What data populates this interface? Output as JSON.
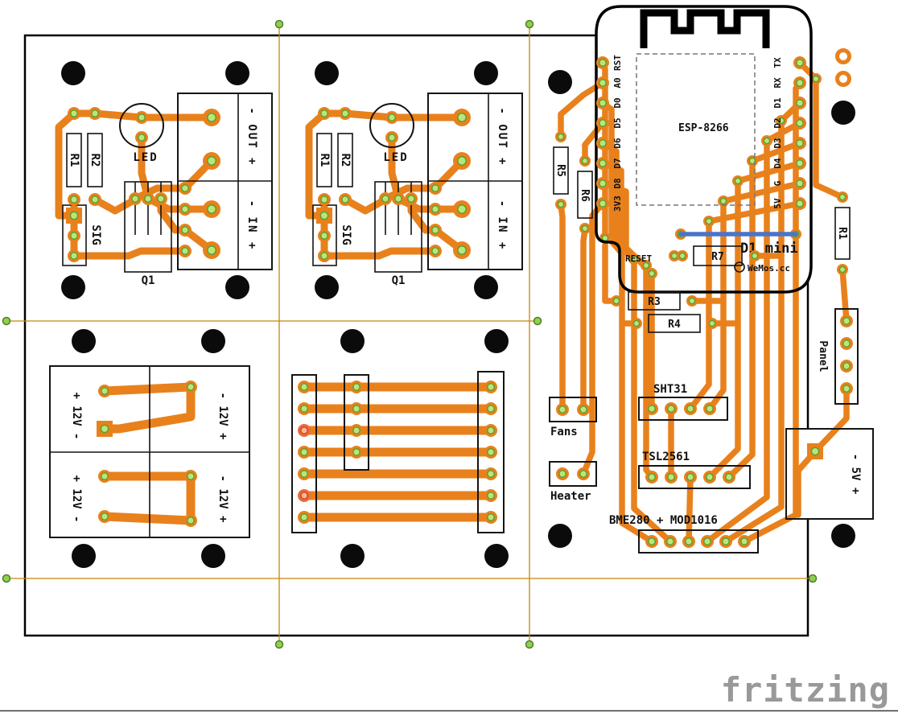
{
  "colors": {
    "copper": "#e8811c",
    "pad-green": "#b9e67a",
    "pad-green-ring": "#5f9e33",
    "grid": "#c8860a",
    "grid-dot": "#8fd14f",
    "wire-blue": "#4a74c9",
    "hole": "#0b0b0b",
    "silk": "#111111",
    "watermark": "#999999",
    "hot-pad": "#ef6a3a",
    "hot-pad-core": "#ffb59a"
  },
  "relay": {
    "r1": "R1",
    "r2": "R2",
    "led": "LED",
    "sig": "SIG",
    "q1": "Q1",
    "out": "- OUT +",
    "in": "- IN +"
  },
  "power": {
    "tl": "+ 12V -",
    "tr": "- 12V +",
    "bl": "+ 12V -",
    "br": "- 12V +",
    "v5": "- 5V +"
  },
  "resistors": {
    "r3": "R3",
    "r4": "R4",
    "r5": "R5",
    "r6": "R6",
    "r7": "R7",
    "r1_right": "R1"
  },
  "d1mini": {
    "title": "D1 mini",
    "brand": "WeMos.cc",
    "chip": "ESP-8266",
    "reset": "RESET",
    "left_pins": [
      "RST",
      "A0",
      "D0",
      "D5",
      "D6",
      "D7",
      "D8",
      "3V3"
    ],
    "right_pins": [
      "TX",
      "RX",
      "D1",
      "D2",
      "D3",
      "D4",
      "G",
      "5V"
    ]
  },
  "connectors": {
    "fans": "Fans",
    "heater": "Heater",
    "sht31": "SHT31",
    "tsl2561": "TSL2561",
    "bme": "BME280 + MOD1016",
    "panel": "Panel"
  },
  "watermark": "fritzing"
}
